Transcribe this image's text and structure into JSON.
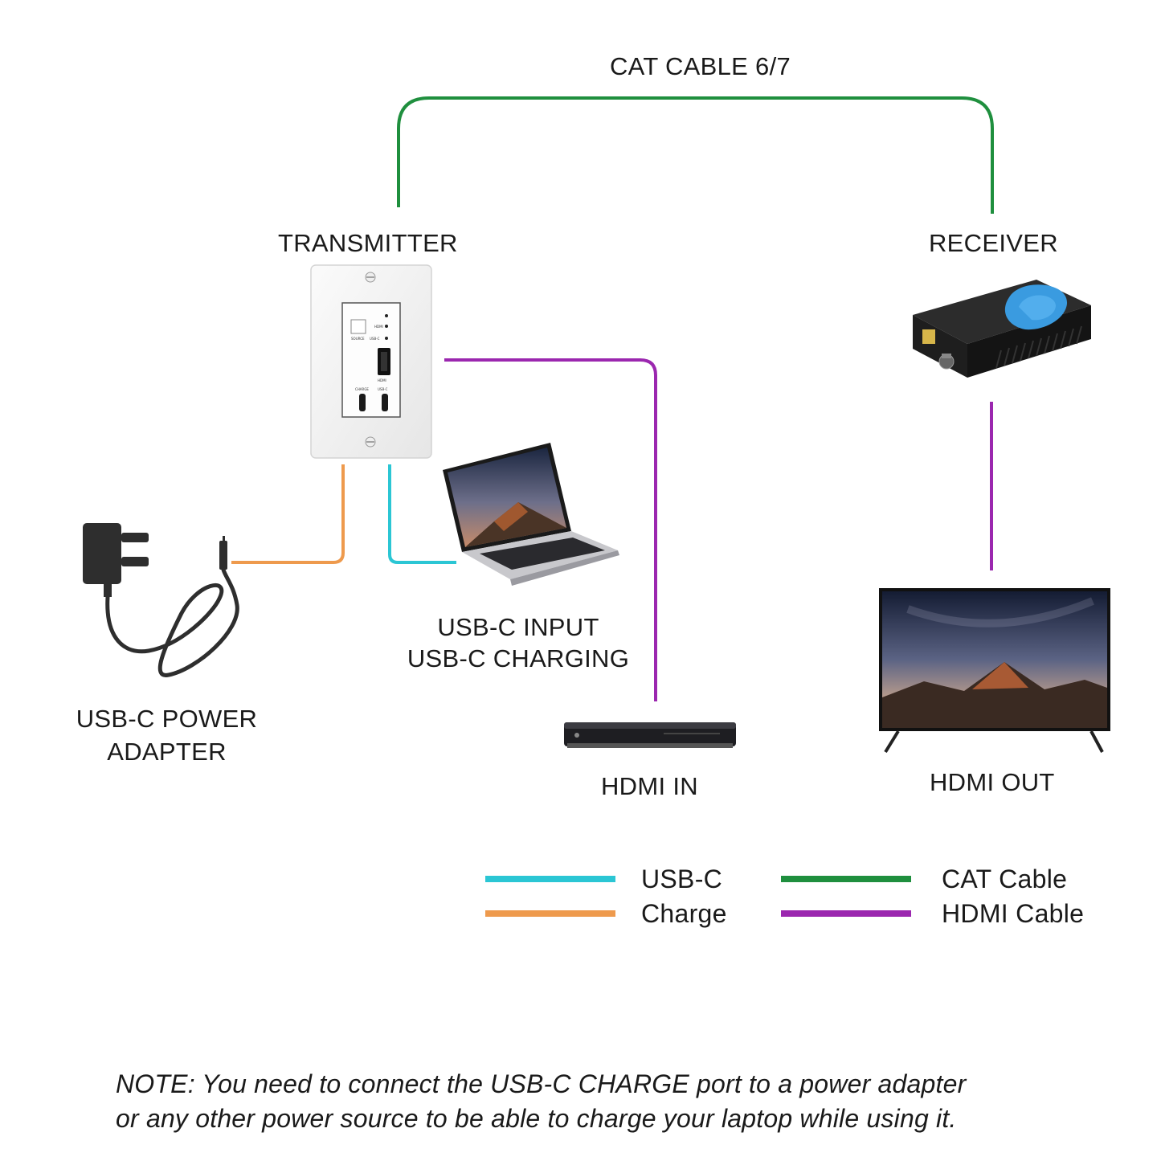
{
  "labels": {
    "cat_cable": "CAT CABLE 6/7",
    "transmitter": "TRANSMITTER",
    "receiver": "RECEIVER",
    "usbc_input": "USB-C INPUT",
    "usbc_charging": "USB-C CHARGING",
    "power_adapter_1": "USB-C POWER",
    "power_adapter_2": "ADAPTER",
    "hdmi_in": "HDMI IN",
    "hdmi_out": "HDMI OUT"
  },
  "legend": [
    {
      "label": "USB-C",
      "color": "#2bc6d4"
    },
    {
      "label": "Charge",
      "color": "#ee9a4d"
    },
    {
      "label": "CAT Cable",
      "color": "#1f8f3e"
    },
    {
      "label": "HDMI Cable",
      "color": "#9b27af"
    }
  ],
  "note": {
    "line1": "NOTE: You need to connect the USB-C CHARGE port to a power adapter",
    "line2": "or any other power source to be able to charge your laptop while using it."
  },
  "device_text": {
    "transmitter_leds": [
      "HDMI",
      "USB-C"
    ],
    "transmitter_button": "SOURCE",
    "transmitter_hdmi": "HDMI",
    "transmitter_ports": [
      "CHARGE",
      "USB-C"
    ]
  },
  "colors": {
    "usbc": "#2bc6d4",
    "charge": "#ee9a4d",
    "cat": "#1f8f3e",
    "hdmi": "#9b27af"
  }
}
